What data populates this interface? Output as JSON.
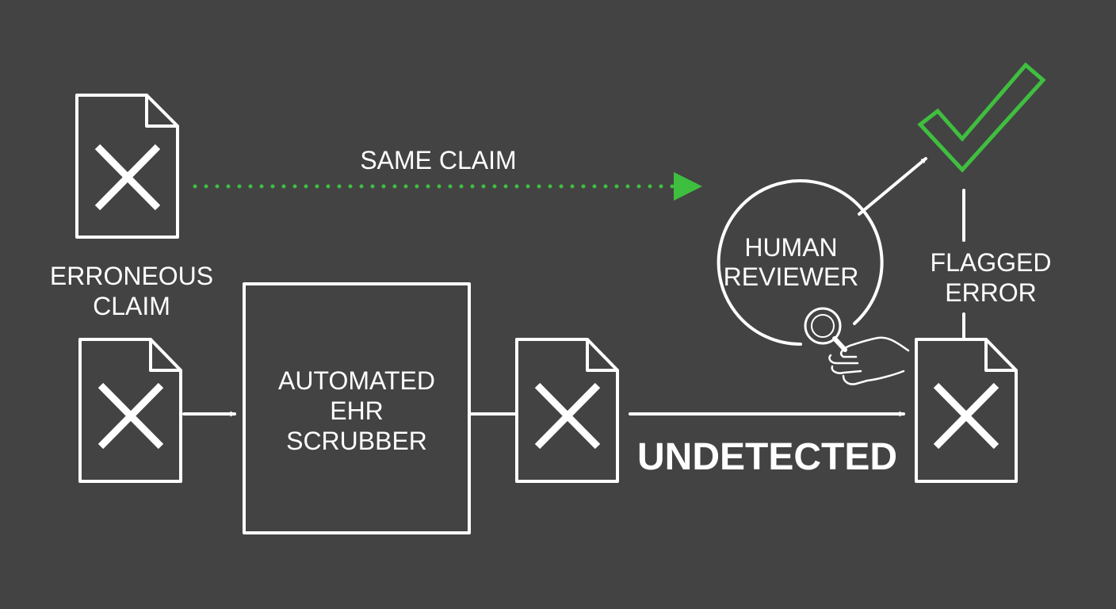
{
  "colors": {
    "background": "#434343",
    "foreground": "#ffffff",
    "accent_green": "#3fbf3f"
  },
  "labels": {
    "erroneous_claim_line1": "ERRONEOUS",
    "erroneous_claim_line2": "CLAIM",
    "same_claim": "SAME CLAIM",
    "scrubber_line1": "AUTOMATED",
    "scrubber_line2": "EHR",
    "scrubber_line3": "SCRUBBER",
    "undetected": "UNDETECTED",
    "reviewer_line1": "HUMAN",
    "reviewer_line2": "REVIEWER",
    "flagged_line1": "FLAGGED",
    "flagged_line2": "ERROR"
  },
  "icons": {
    "document": "document-x-icon",
    "checkmark": "checkmark-icon",
    "magnifier": "magnifier-icon",
    "hand": "hand-icon"
  }
}
